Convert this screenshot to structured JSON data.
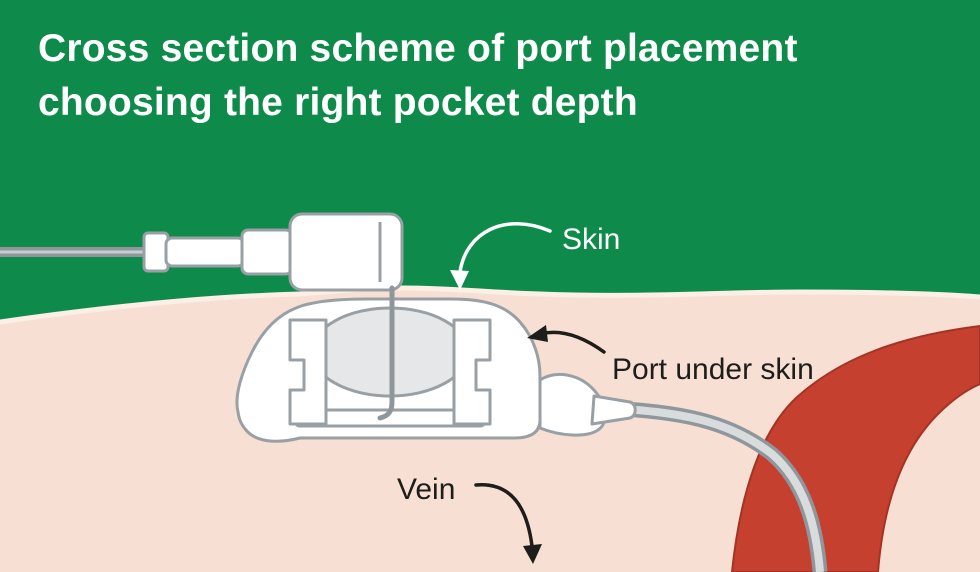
{
  "title": {
    "line1": "Cross section scheme of port placement",
    "line2": "choosing the right pocket depth"
  },
  "labels": {
    "skin": "Skin",
    "port": "Port under skin",
    "vein": "Vein"
  },
  "colors": {
    "background_green": "#0e8b4a",
    "skin_pink": "#f7dfd4",
    "skin_highlight": "#fcefe6",
    "vein_red": "#c5402f",
    "vein_edge": "#a33425",
    "device_fill": "#ffffff",
    "device_outline": "#98a0a5",
    "catheter_gray": "#d9dcdd",
    "label_dark": "#1d1d1b",
    "label_light": "#ffffff"
  }
}
